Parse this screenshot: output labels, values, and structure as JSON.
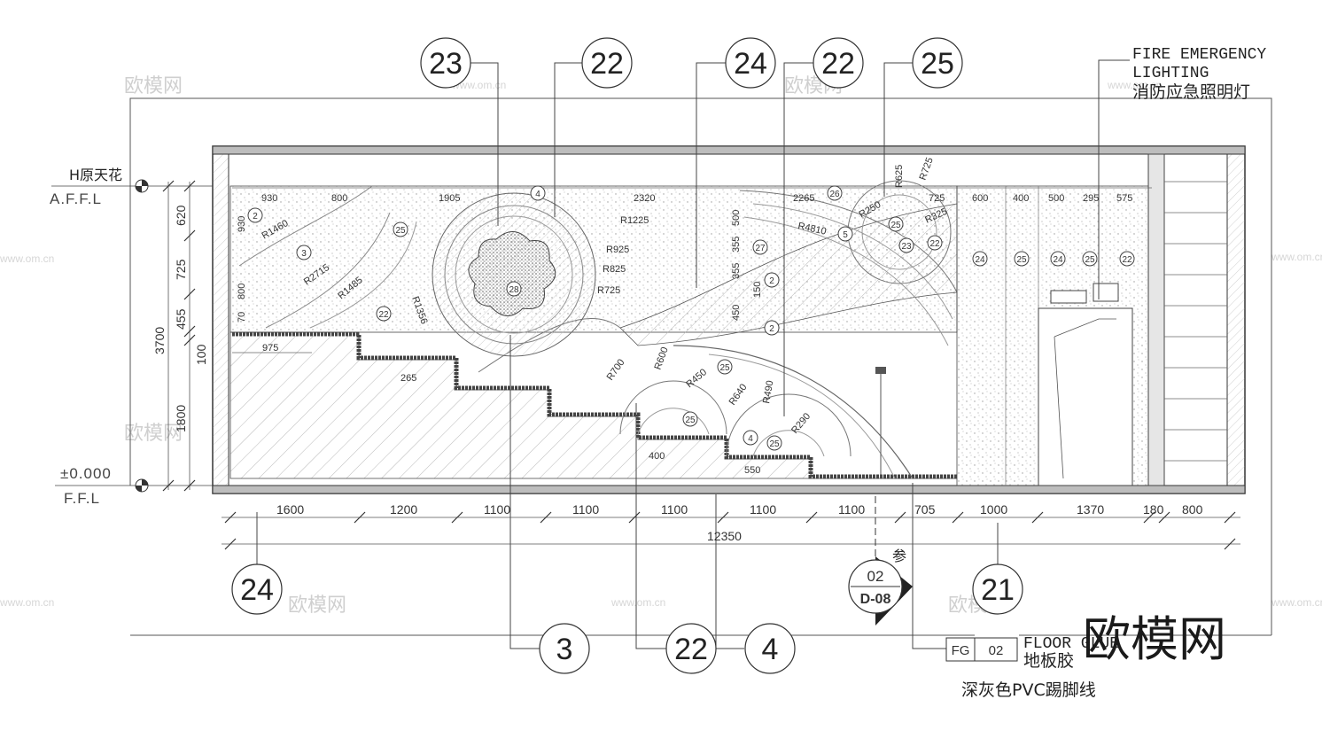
{
  "callouts_top": [
    "23",
    "22",
    "24",
    "22",
    "25"
  ],
  "callouts_bottom": [
    "3",
    "22",
    "4"
  ],
  "callout_left": "24",
  "callout_right": "21",
  "fire_emergency": {
    "line1": "FIRE EMERGENCY",
    "line2": "LIGHTING",
    "line3": "消防应急照明灯"
  },
  "levels": {
    "ceiling_label": "H原天花",
    "ceiling_code": "A.F.F.L",
    "floor_value": "±0.000",
    "floor_code": "F.F.L"
  },
  "vertical_dims": {
    "total": "3700",
    "segments": [
      "620",
      "725",
      "455",
      "100",
      "1800"
    ]
  },
  "bottom_dims": {
    "segments": [
      "1600",
      "1200",
      "1100",
      "1100",
      "1100",
      "1100",
      "1100",
      "705",
      "1000",
      "1370",
      "180",
      "800"
    ],
    "total": "12350"
  },
  "top_dims": [
    "930",
    "800",
    "1905",
    "2320",
    "2265",
    "725",
    "600",
    "400",
    "500",
    "295",
    "575"
  ],
  "inner_dims": {
    "left_col": [
      "930",
      "800",
      "70"
    ],
    "step_widths": [
      "975",
      "265",
      "400",
      "550"
    ],
    "mid_col": [
      "500",
      "355",
      "355",
      "150",
      "450"
    ]
  },
  "radii": [
    "R1225",
    "R925",
    "R825",
    "R725",
    "R700",
    "R600",
    "R450",
    "R640",
    "R490",
    "R290",
    "R1460",
    "R2715",
    "R1485",
    "R1356",
    "R4810",
    "R625",
    "R725",
    "R250",
    "R325"
  ],
  "markers": [
    "2",
    "3",
    "25",
    "22",
    "28",
    "4",
    "26",
    "27",
    "5",
    "2",
    "2",
    "25",
    "25",
    "4",
    "25",
    "25",
    "23",
    "22",
    "24",
    "25",
    "24",
    "25",
    "22"
  ],
  "section_ref": {
    "number": "02",
    "sheet": "D-08",
    "note": "参"
  },
  "floor_finish": {
    "code": "FG",
    "number": "02",
    "label_en": "FLOOR GLUE",
    "label_zh": "地板胶",
    "skirting": "深灰色PVC踢脚线"
  },
  "watermarks": {
    "brand": "欧模网",
    "url": "www.om.cn",
    "big": "欧模网"
  }
}
